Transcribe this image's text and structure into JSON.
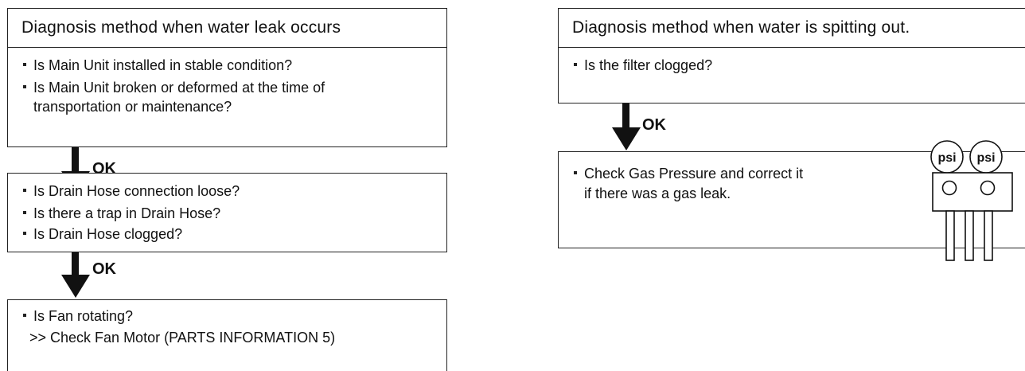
{
  "left_flow": {
    "header": "Diagnosis method when water leak occurs",
    "step1": [
      "Is Main Unit installed in stable condition?",
      "Is Main Unit broken or deformed at the time of",
      "transportation or maintenance?"
    ],
    "ok1": "OK",
    "step2": [
      "Is Drain Hose connection loose?",
      "Is there a trap in Drain Hose?",
      "Is Drain Hose clogged?"
    ],
    "ok2": "OK",
    "step3": [
      "Is Fan rotating?",
      ">> Check Fan Motor (PARTS INFORMATION 5)"
    ]
  },
  "right_flow": {
    "header": "Diagnosis method when water is spitting out.",
    "step1": [
      "Is the filter clogged?"
    ],
    "ok1": "OK",
    "step2": [
      "Check Gas Pressure and correct it",
      "if there was a gas leak."
    ],
    "gauge_labels": [
      "psi",
      "psi"
    ]
  }
}
